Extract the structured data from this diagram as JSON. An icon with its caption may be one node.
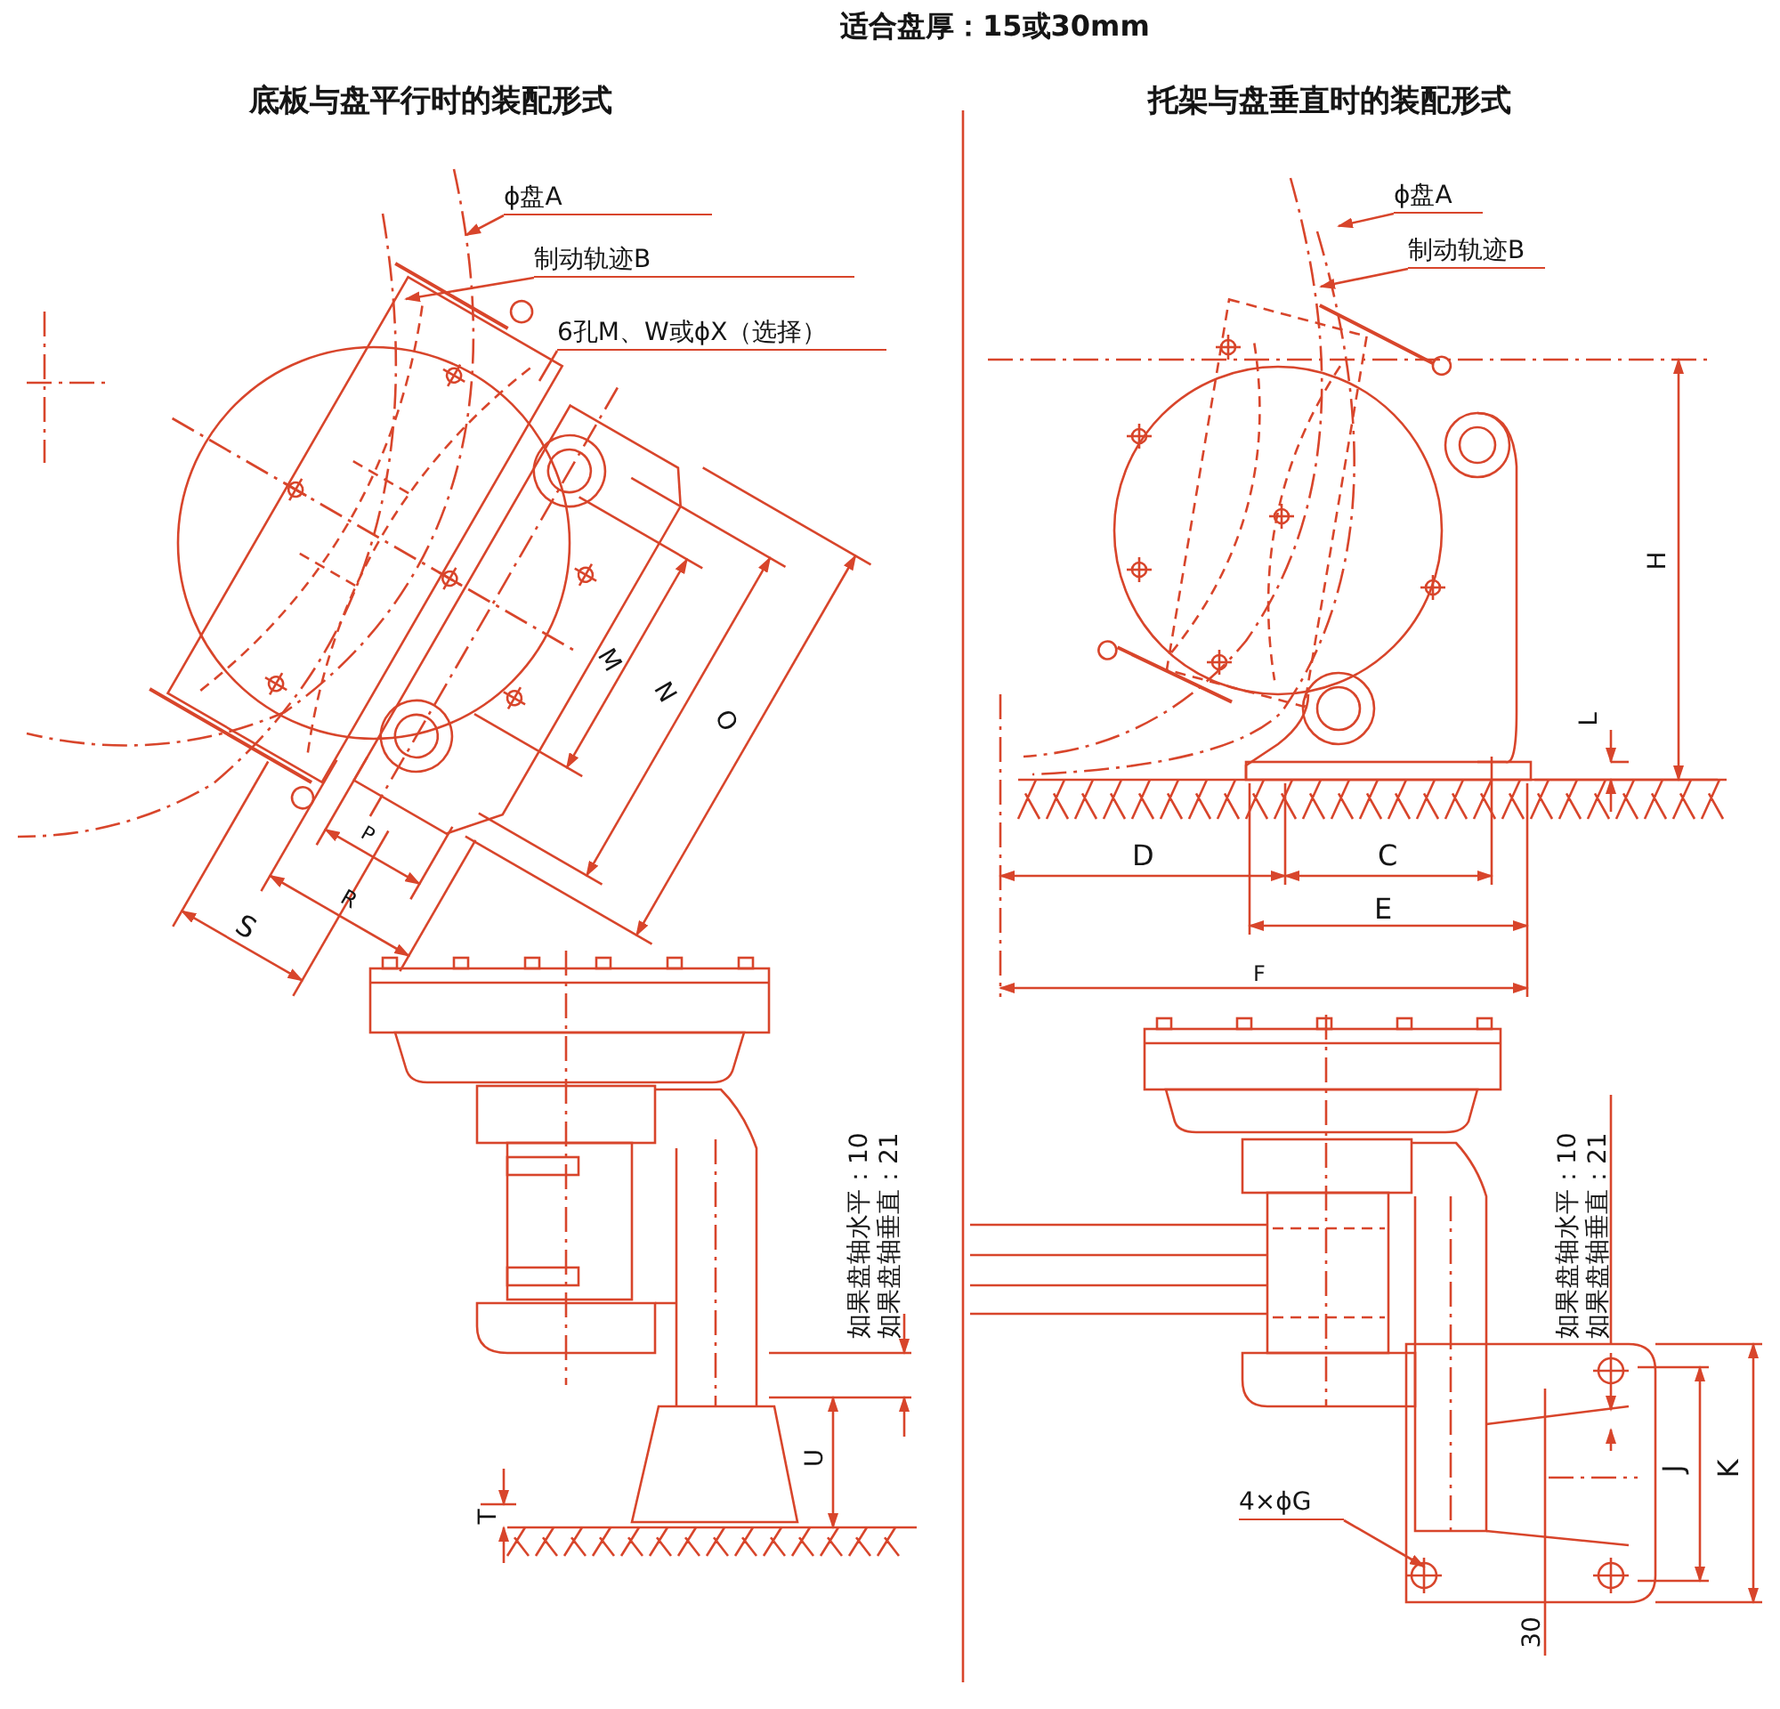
{
  "diagram": {
    "title": "适合盘厚：15或30mm",
    "nodes": [
      {
        "text": [
          "ϕ盘A"
        ]
      },
      {
        "text": [
          "制动轨迹B"
        ]
      },
      {
        "text": [
          "6孔M、W或ϕX（选择）"
        ]
      },
      {
        "text": [
          "ϕ盘A"
        ]
      },
      {
        "text": [
          "制动轨迹B"
        ]
      },
      {
        "text": [
          "4×ϕG"
        ]
      }
    ],
    "edges": [
      {
        "from": 0,
        "to": null,
        "arrow": "to"
      },
      {
        "from": 1,
        "to": null,
        "arrow": "to"
      },
      {
        "from": 2,
        "to": null,
        "arrow": "none"
      },
      {
        "from": 3,
        "to": null,
        "arrow": "to"
      },
      {
        "from": 4,
        "to": null,
        "arrow": "to"
      },
      {
        "from": 5,
        "to": null,
        "arrow": "to"
      }
    ],
    "labels": [
      "底板与盘平行时的装配形式",
      "托架与盘垂直时的装配形式",
      "M",
      "N",
      "O",
      "P",
      "R",
      "S",
      "H",
      "L",
      "D",
      "C",
      "E",
      "F",
      "如果盘轴水平：10",
      "如果盘轴垂直：21",
      "T",
      "U",
      "如果盘轴水平：10",
      "如果盘轴垂直：21",
      "J",
      "K",
      "30"
    ]
  }
}
